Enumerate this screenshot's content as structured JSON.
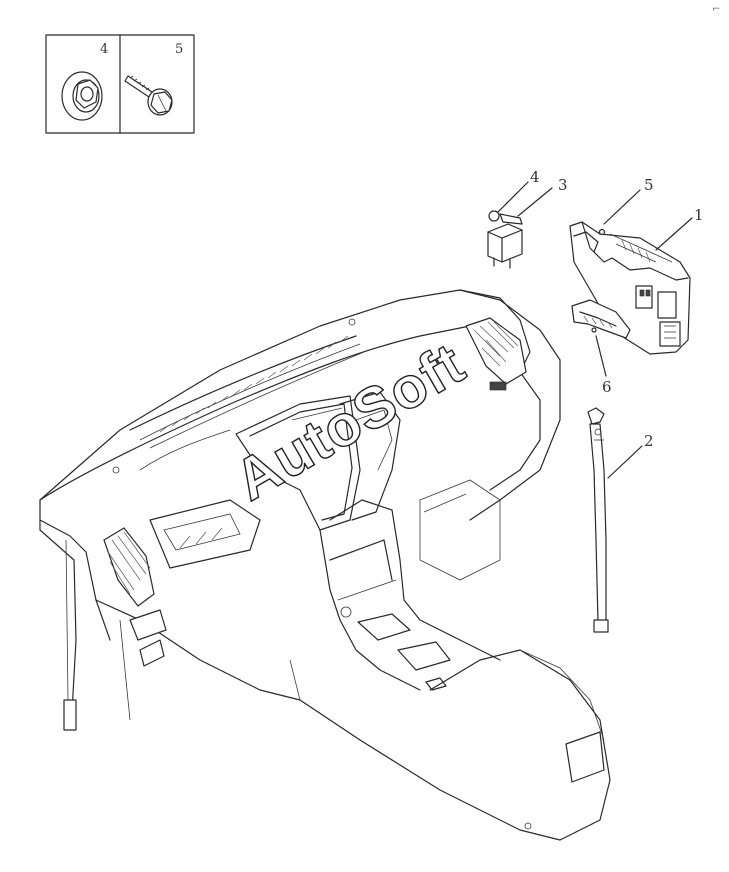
{
  "watermark": "AutoSoft",
  "corner_mark": "⌐",
  "inset": {
    "part_a_number": "4",
    "part_b_number": "5"
  },
  "callouts": [
    {
      "id": "relay-bracket",
      "label": "3"
    },
    {
      "id": "nut",
      "label": "4"
    },
    {
      "id": "bolt",
      "label": "5"
    },
    {
      "id": "module",
      "label": "1"
    },
    {
      "id": "lower-bolt",
      "label": "6"
    },
    {
      "id": "harness",
      "label": "2"
    }
  ],
  "colors": {
    "line": "#2a2a2a",
    "background": "#ffffff"
  }
}
